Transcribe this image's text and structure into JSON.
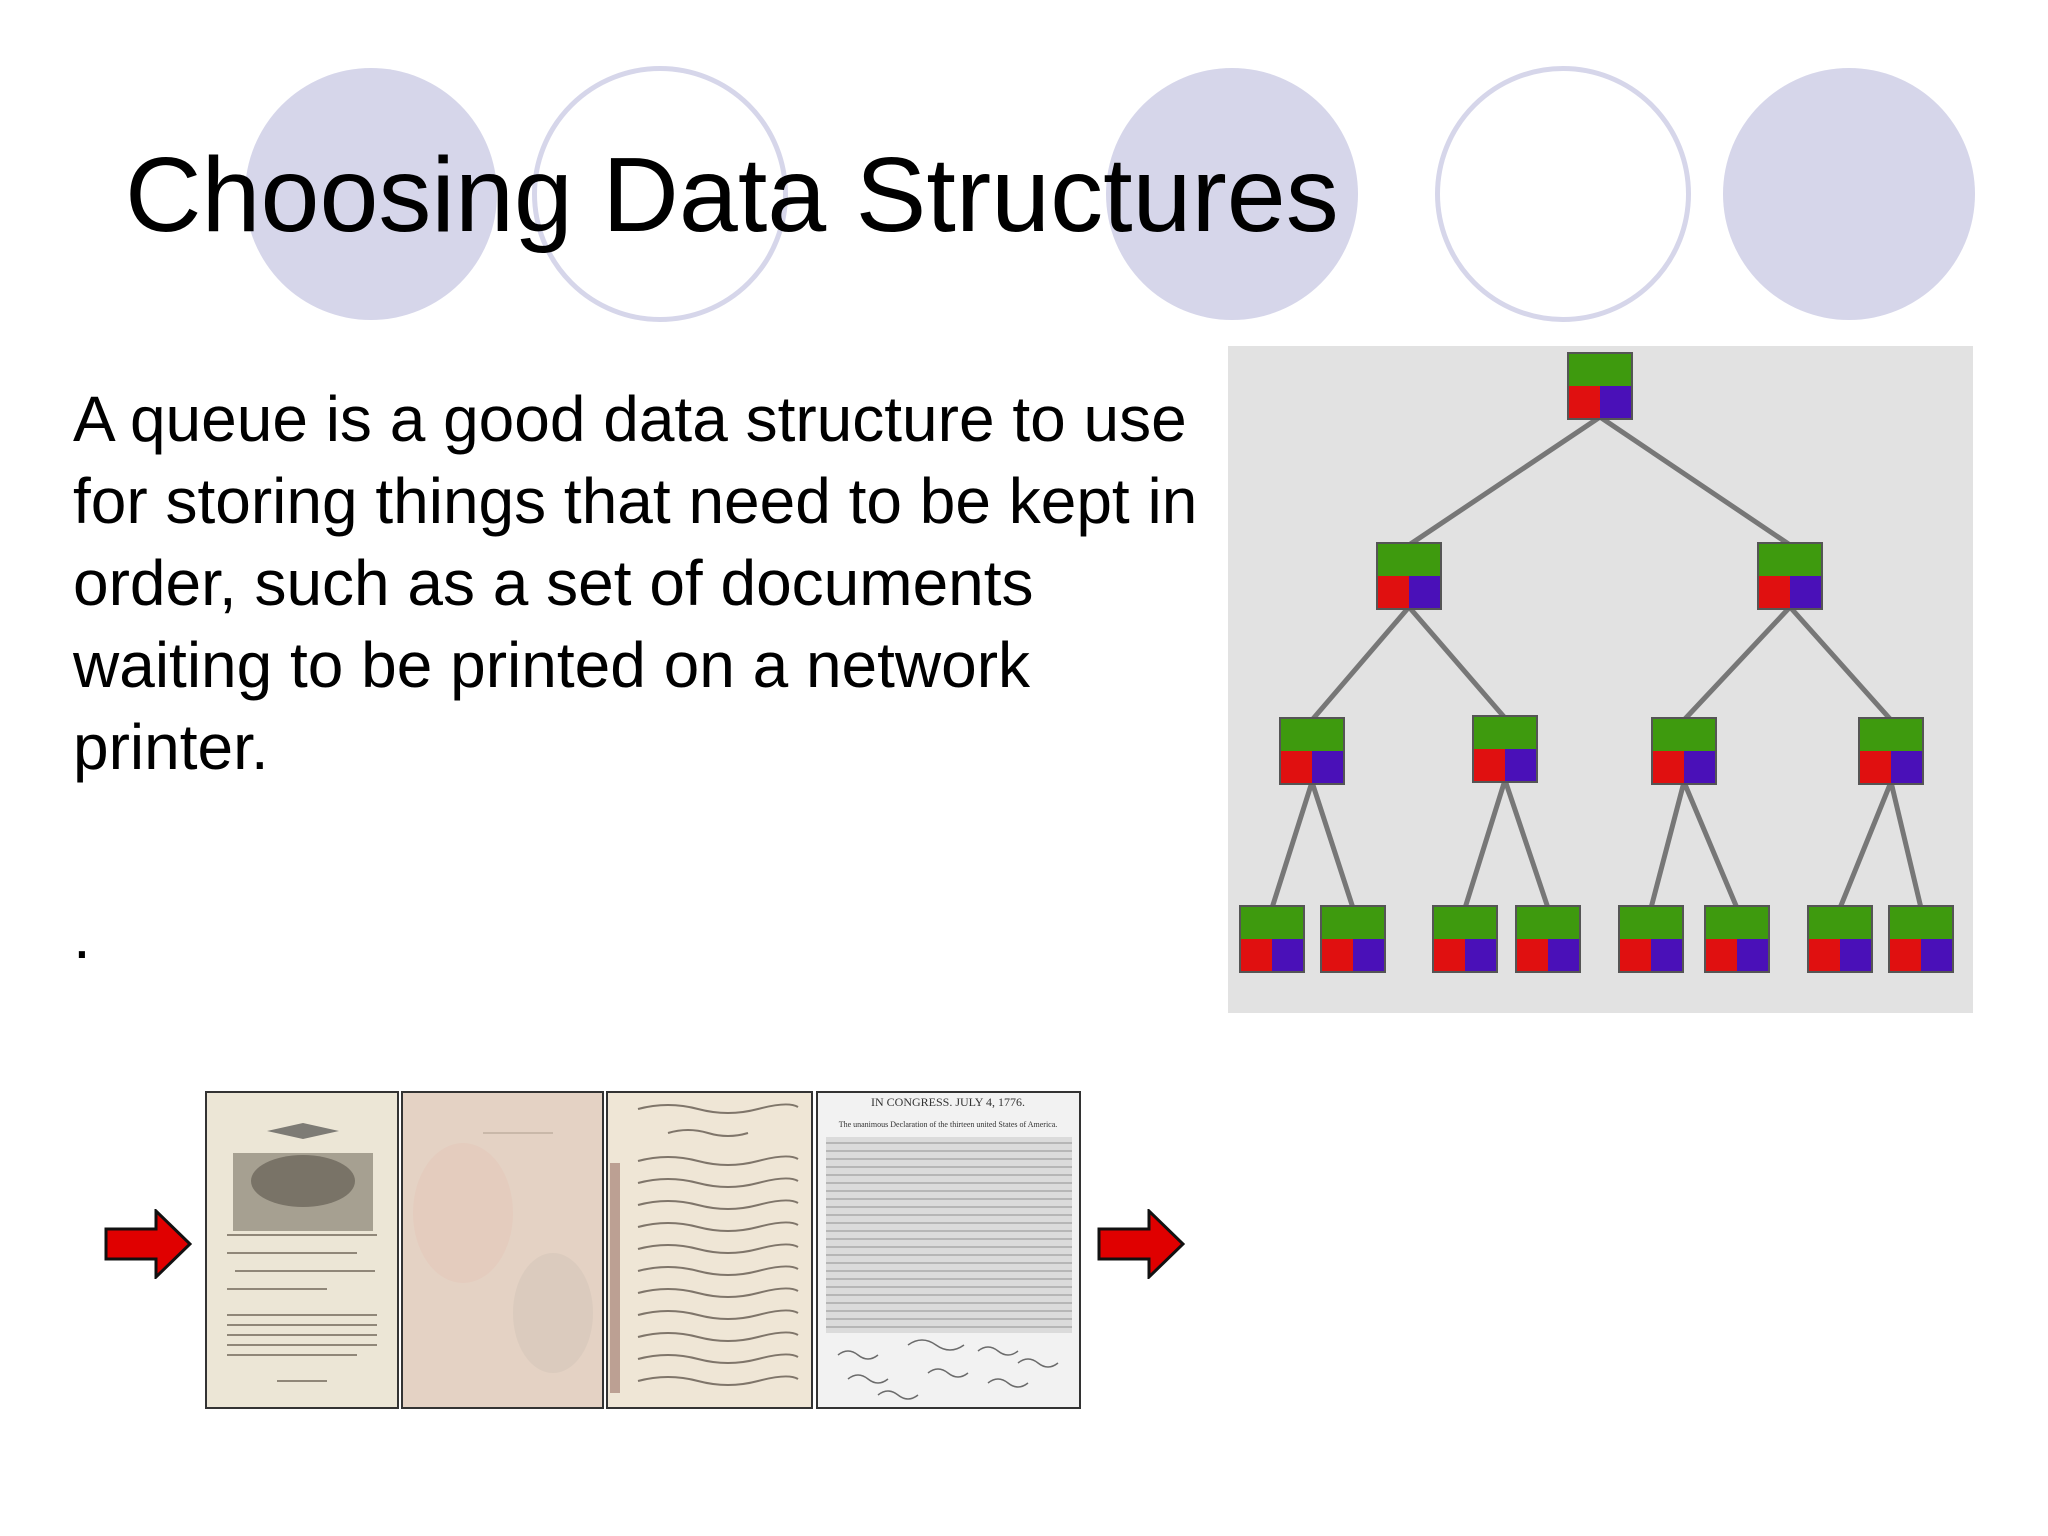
{
  "slide": {
    "title": "Choosing Data Structures",
    "body": "A queue is a good data structure to use for storing things that need to be kept in order, such as a set of documents waiting to be printed on a network printer.",
    "bullet_dot": "."
  },
  "document_heading": {
    "line1": "IN CONGRESS. JULY 4, 1776.",
    "line2": "The unanimous Declaration of the thirteen united States of America."
  },
  "colors": {
    "decor_circle": "#d6d6ea",
    "tree_bg": "#e2e2e2",
    "node_top": "#3e9a0e",
    "node_left": "#e01010",
    "node_right": "#4a10b8",
    "edge": "#777777",
    "arrow": "#e00000"
  },
  "icons": [
    "right-arrow-icon",
    "right-arrow-icon"
  ]
}
